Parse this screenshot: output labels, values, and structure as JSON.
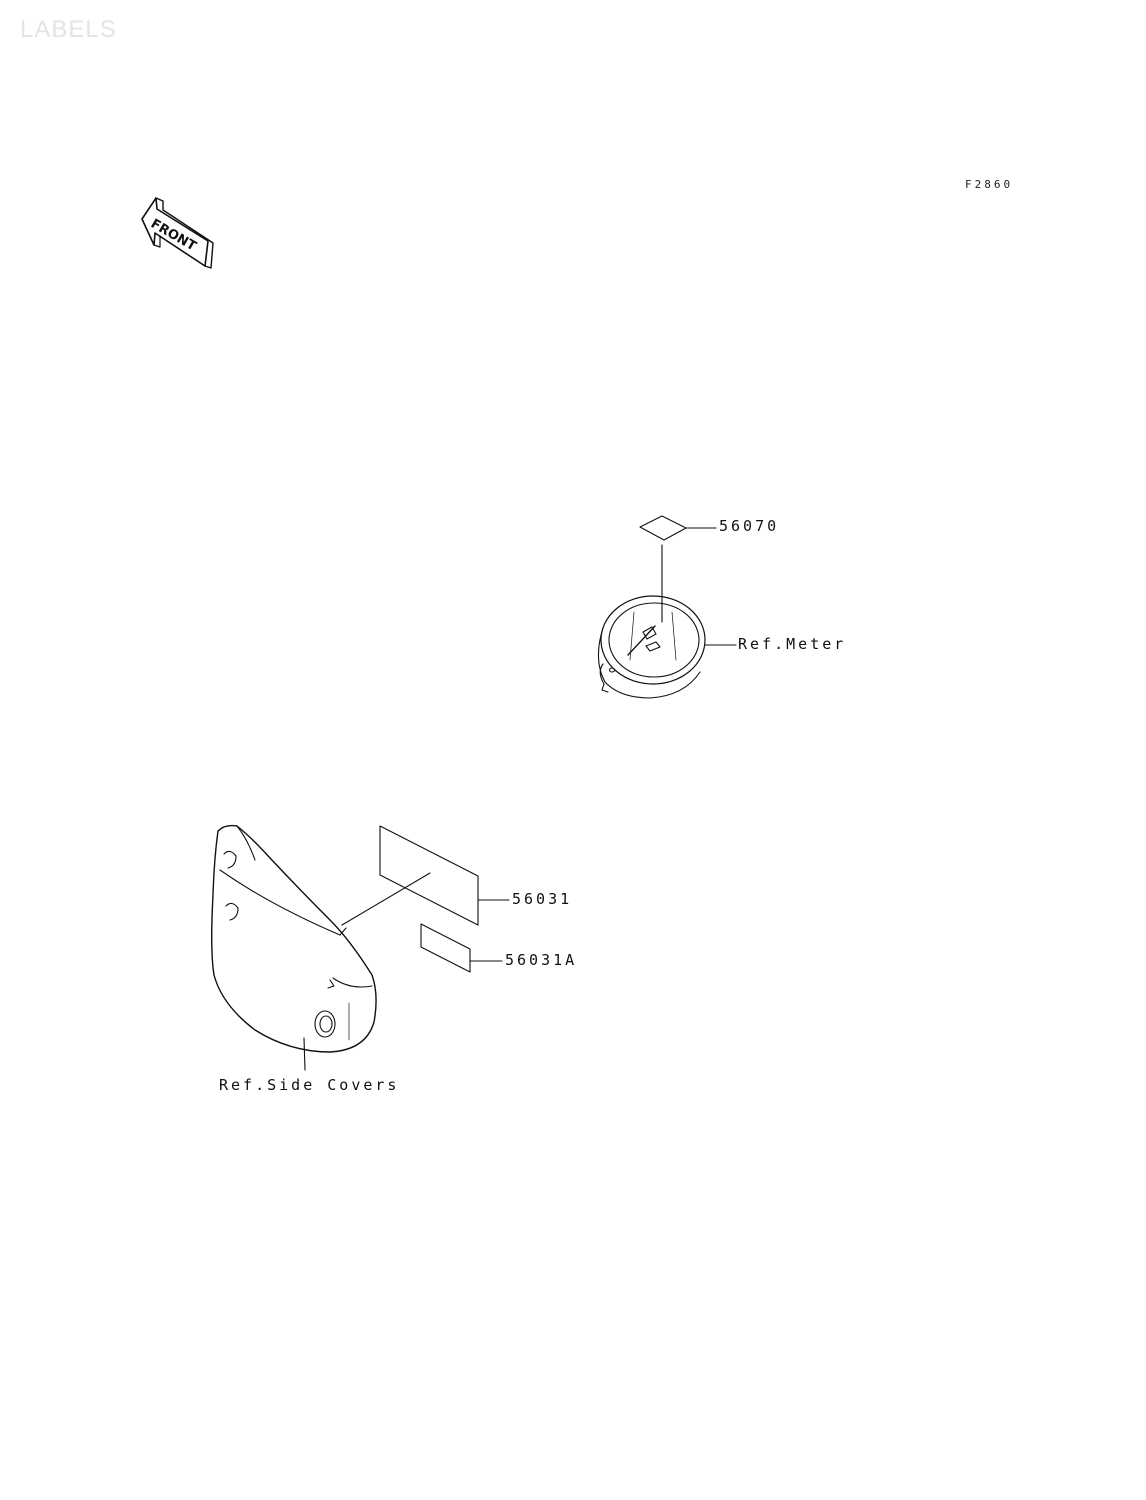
{
  "page": {
    "watermark": "LABELS",
    "figure_code": "F2860"
  },
  "front_arrow": {
    "label": "FRONT",
    "icon": "front-direction-arrow-icon"
  },
  "callouts": {
    "part_56070": "56070",
    "ref_meter": "Ref.Meter",
    "part_56031": "56031",
    "part_56031a": "56031A",
    "ref_side_covers": "Ref.Side Covers"
  },
  "colors": {
    "line": "#111111",
    "background": "#ffffff"
  }
}
